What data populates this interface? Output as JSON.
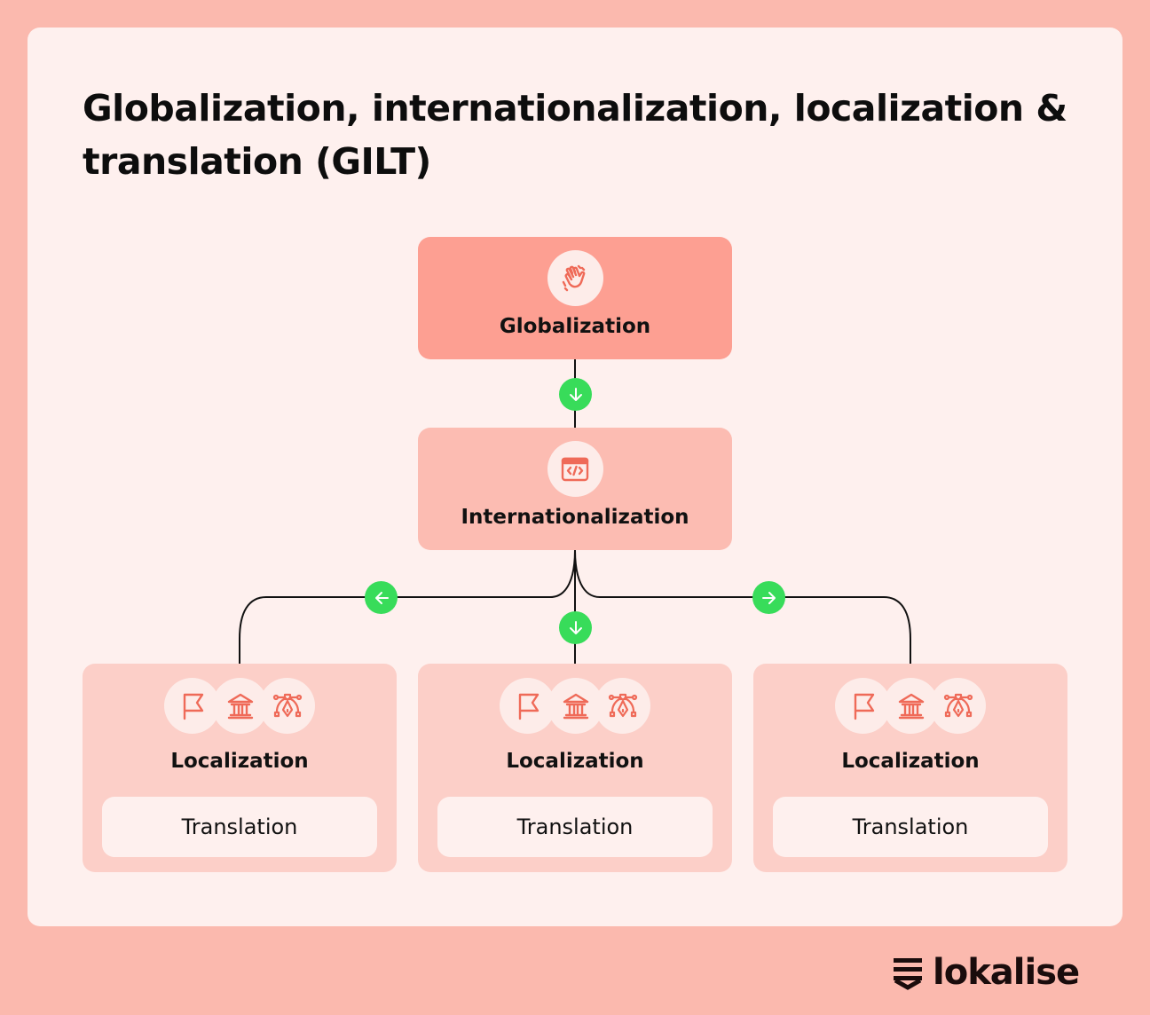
{
  "title": "Globalization, internationalization, localization & translation (GILT)",
  "colors": {
    "background": "#fbb9ae",
    "card": "#fef0ee",
    "globalization_box": "#fd9f92",
    "internationalization_box": "#fcbcb2",
    "localization_box": "#fccfc8",
    "arrow_badge": "#38dc5a",
    "icon_stroke": "#ef6a58"
  },
  "nodes": {
    "globalization": {
      "label": "Globalization",
      "icon": "waving-hand-icon"
    },
    "internationalization": {
      "label": "Internationalization",
      "icon": "code-window-icon"
    },
    "localization": [
      {
        "label": "Localization",
        "icons": [
          "flag-icon",
          "bank-icon",
          "vector-pen-icon"
        ],
        "child": "Translation"
      },
      {
        "label": "Localization",
        "icons": [
          "flag-icon",
          "bank-icon",
          "vector-pen-icon"
        ],
        "child": "Translation"
      },
      {
        "label": "Localization",
        "icons": [
          "flag-icon",
          "bank-icon",
          "vector-pen-icon"
        ],
        "child": "Translation"
      }
    ]
  },
  "connectors": [
    {
      "from": "Globalization",
      "to": "Internationalization",
      "arrow": "down"
    },
    {
      "from": "Internationalization",
      "to": "Localization (left)",
      "arrow": "left"
    },
    {
      "from": "Internationalization",
      "to": "Localization (center)",
      "arrow": "down"
    },
    {
      "from": "Internationalization",
      "to": "Localization (right)",
      "arrow": "right"
    }
  ],
  "brand": {
    "name": "lokalise",
    "icon": "lokalise-logo-icon"
  }
}
